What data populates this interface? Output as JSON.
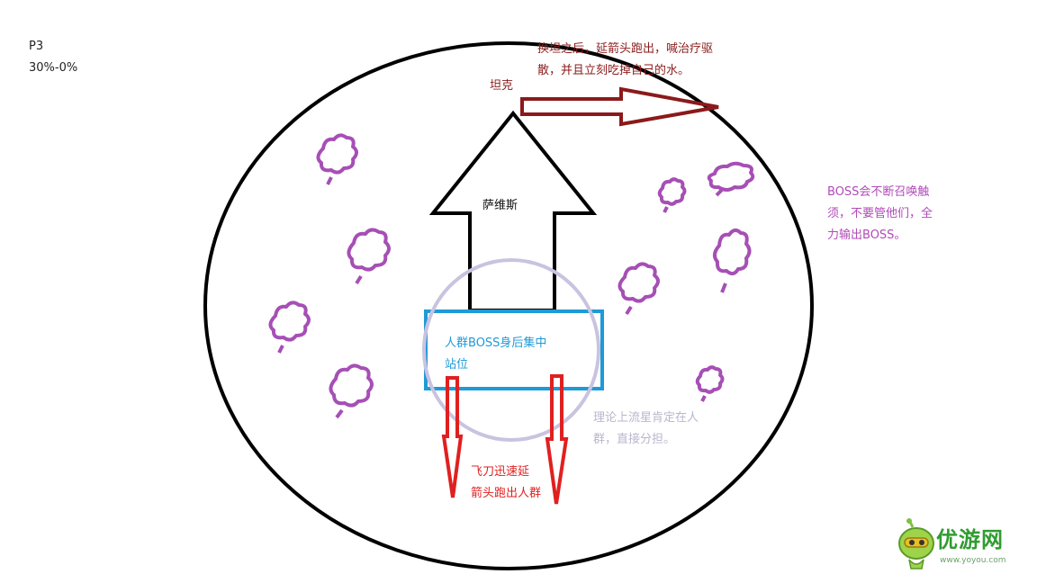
{
  "phase": {
    "title": "P3",
    "range": "30%-0%"
  },
  "labels": {
    "tank": "坦克",
    "tank_note": "换坦之后，延箭头跑出，喊治疗驱\n散，并且立刻吃掉自己的水。",
    "boss": "萨维斯",
    "raid_stack": "人群BOSS身后集中\n站位",
    "adds_note": "BOSS会不断召唤触\n须，不要管他们，全\n力输出BOSS。",
    "meteor_note": "理论上流星肯定在人\n群，直接分担。",
    "knife_note": "飞刀迅速延\n箭头跑出人群"
  },
  "watermark": {
    "name": "优游网",
    "url": "www.yoyou.com"
  },
  "colors": {
    "arena": "#000000",
    "boss_arrow": "#000000",
    "tank_arrow": "#8b1a1a",
    "raid_box": "#1e9ad6",
    "stack_circle": "#c9c3e0",
    "tentacles": "#a64fb5",
    "knife_arrows": "#e02020"
  }
}
